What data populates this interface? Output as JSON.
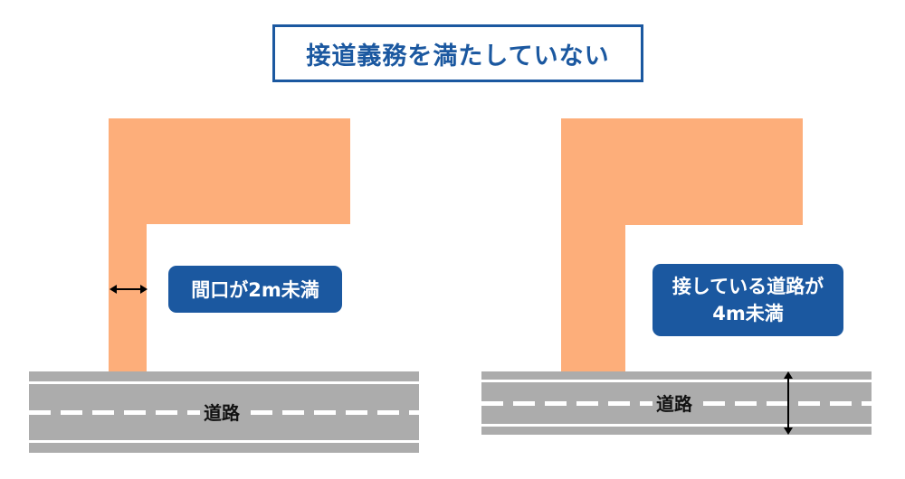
{
  "title": "接道義務を満たしていない",
  "colors": {
    "accent_blue": "#1b58a0",
    "lot_orange": "#fdae7a",
    "road_gray": "#acacac",
    "road_markings": "#ffffff",
    "arrow": "#000000"
  },
  "panels": [
    {
      "id": "left",
      "badge_lines": [
        "間口が2m未満"
      ],
      "road_label": "道路",
      "arrow": "horizontal-double-arrow"
    },
    {
      "id": "right",
      "badge_lines": [
        "接している道路が",
        "4m未満"
      ],
      "road_label": "道路",
      "arrow": "vertical-double-arrow"
    }
  ]
}
